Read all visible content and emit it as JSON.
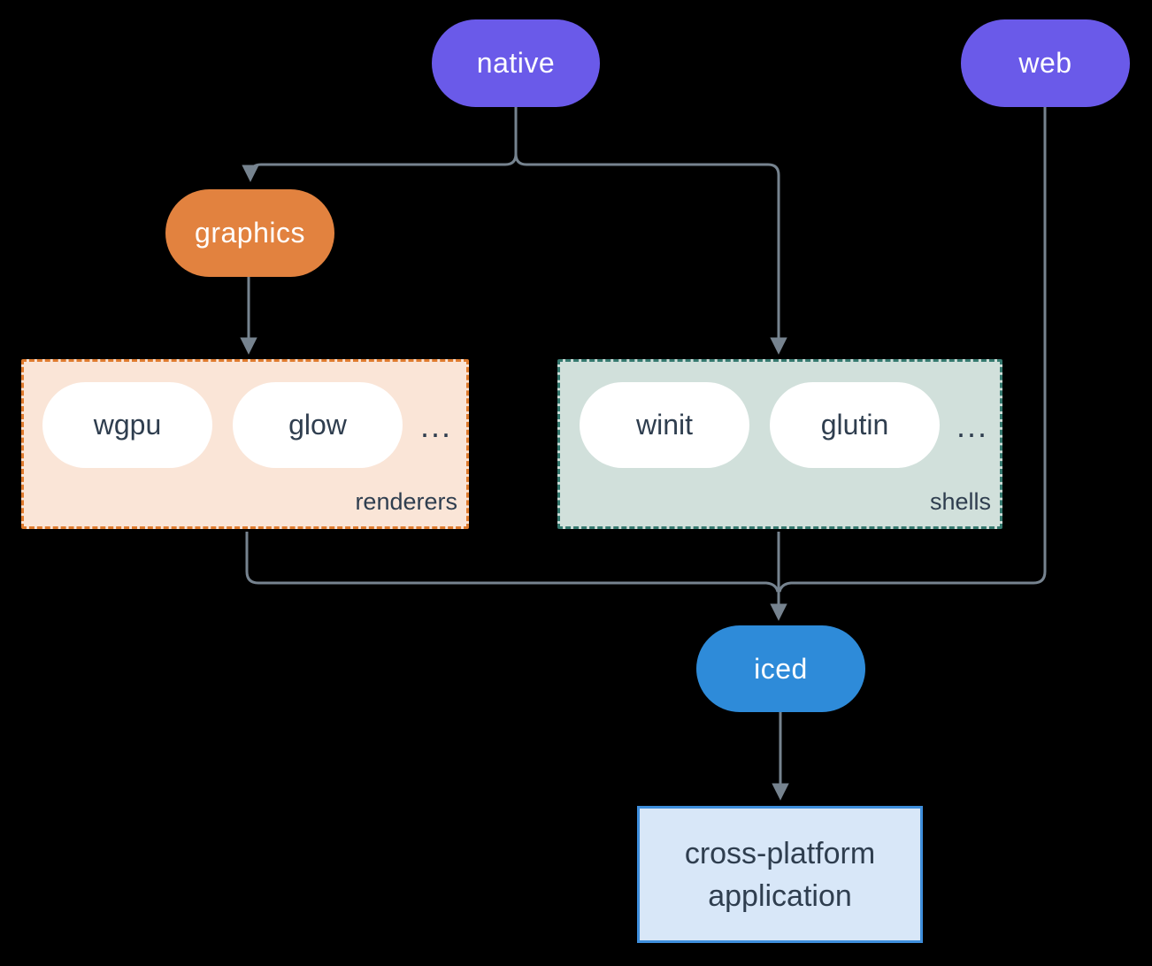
{
  "diagram": {
    "background_color": "#000000",
    "arrow_color": "#76838F"
  },
  "nodes": {
    "native": {
      "label": "native",
      "color": "#6A5AE9",
      "text_color": "#FFFFFF"
    },
    "web": {
      "label": "web",
      "color": "#6A5AE9",
      "text_color": "#FFFFFF"
    },
    "graphics": {
      "label": "graphics",
      "color": "#E2823F",
      "text_color": "#FFFFFF"
    },
    "iced": {
      "label": "iced",
      "color": "#2E8BD9",
      "text_color": "#FFFFFF"
    }
  },
  "groups": {
    "renderers": {
      "label": "renderers",
      "items": [
        "wgpu",
        "glow"
      ],
      "more": "...",
      "fill_color": "#FAE5D7",
      "border_color": "#DF7B2E",
      "item_text_color": "#2F3E4F"
    },
    "shells": {
      "label": "shells",
      "items": [
        "winit",
        "glutin"
      ],
      "more": "...",
      "fill_color": "#D1E0DB",
      "border_color": "#35796F",
      "item_text_color": "#2F3E4F"
    }
  },
  "app": {
    "line1": "cross-platform",
    "line2": "application",
    "fill_color": "#D8E7F8",
    "border_color": "#3E8EDC",
    "text_color": "#2F3E4F"
  },
  "edges": [
    "native -> graphics",
    "native -> shells",
    "graphics -> renderers",
    "renderers -> iced",
    "shells -> iced",
    "web -> iced",
    "iced -> cross-platform application"
  ]
}
